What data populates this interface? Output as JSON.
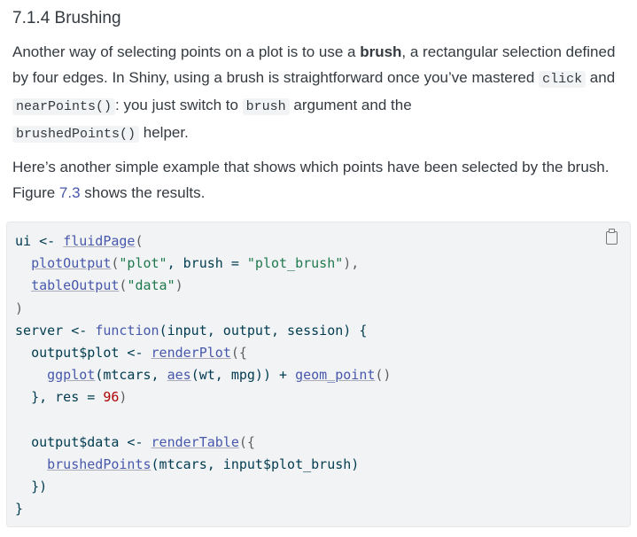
{
  "heading": "7.1.4 Brushing",
  "p1": {
    "t1": "Another way of selecting points on a plot is to use a ",
    "b": "brush",
    "t2": ", a rectangular selection defined by four edges. In Shiny, using a brush is straightforward once you’ve mastered ",
    "c1": "click",
    "t3": " and ",
    "c2": "nearPoints()",
    "t4": ": you just switch to ",
    "c3": "brush",
    "t5": " argument and the ",
    "c4": "brushedPoints()",
    "t6": " helper."
  },
  "p2": {
    "t1": "Here’s another simple example that shows which points have been selected by the brush. Figure ",
    "link": "7.3",
    "t2": " shows the results."
  },
  "code": {
    "l1a": "ui <- ",
    "l1f": "fluidPage",
    "l1b": "(",
    "l2f": "plotOutput",
    "l2s1": "\"plot\"",
    "l2b": ", brush = ",
    "l2s2": "\"plot_brush\"",
    "l2c": "),",
    "l3f": "tableOutput",
    "l3s": "\"data\"",
    "l5a": "server <- ",
    "l5k": "function",
    "l5b": "(input, output, session) {",
    "l6a": "output$plot <- ",
    "l6f": "renderPlot",
    "l7f1": "ggplot",
    "l7a": "(mtcars, ",
    "l7f2": "aes",
    "l7b": "(wt, mpg)) + ",
    "l7f3": "geom_point",
    "l8a": "}, res = ",
    "l8n": "96",
    "l10a": "output$data <- ",
    "l10f": "renderTable",
    "l11f": "brushedPoints",
    "l11a": "(mtcars, input$plot_brush)",
    "l12": "})",
    "l13": "}"
  },
  "copy_icon": "clipboard-icon"
}
